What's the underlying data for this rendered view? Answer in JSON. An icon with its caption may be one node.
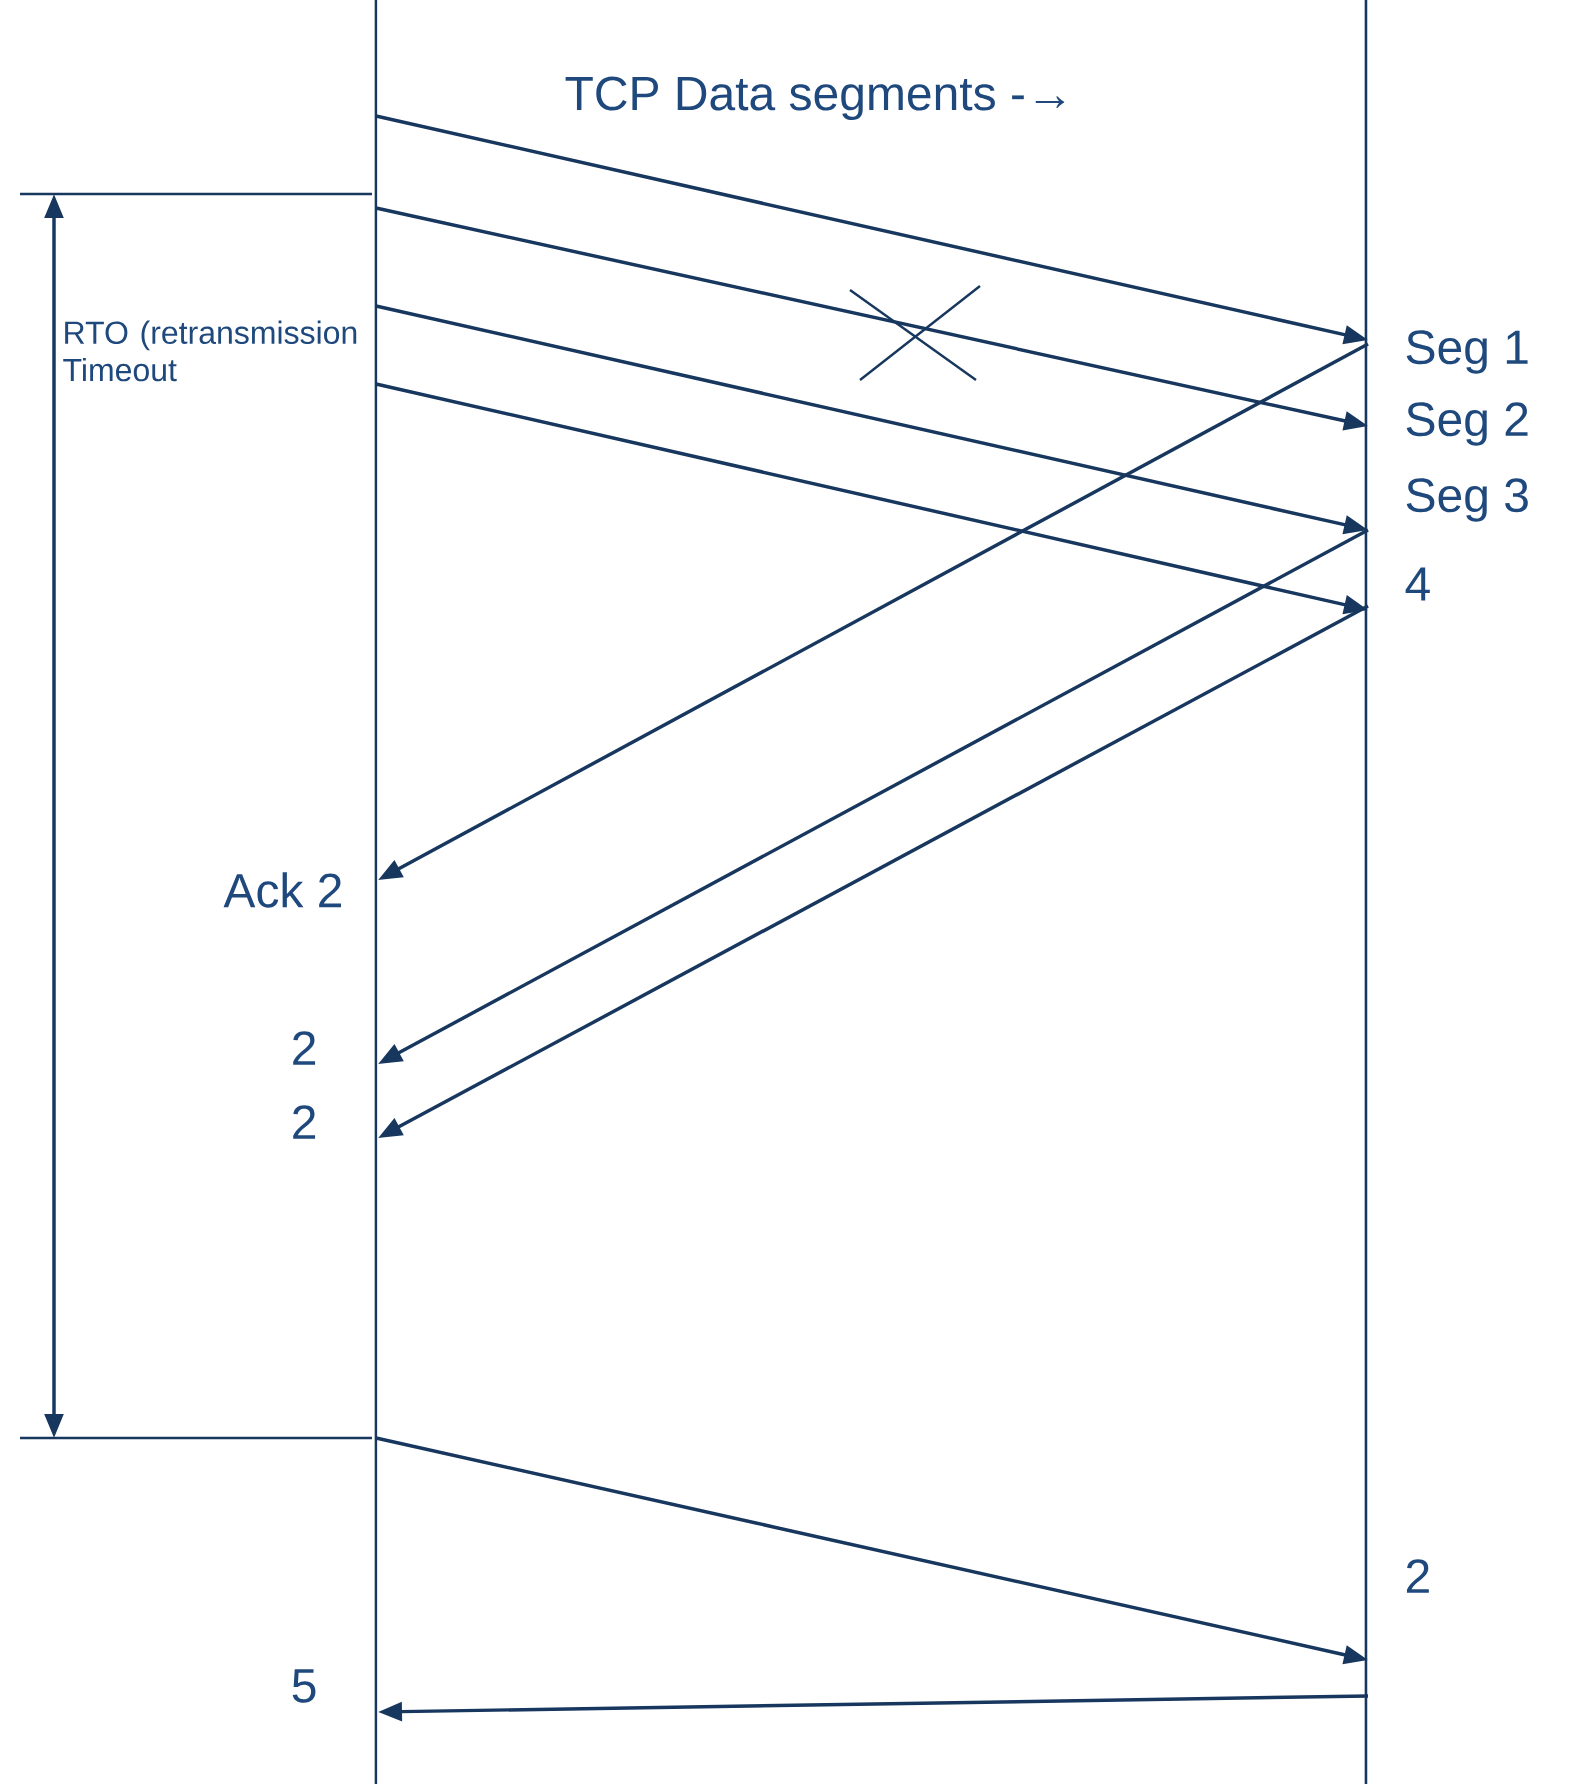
{
  "diagram": {
    "nodes": [
      {
        "text": [
          "Seg 1"
        ]
      },
      {
        "text": [
          "Seg 2"
        ]
      },
      {
        "text": [
          "Seg 3"
        ]
      },
      {
        "text": [
          "4"
        ]
      },
      {
        "text": [
          "Ack 2"
        ]
      },
      {
        "text": [
          "2"
        ]
      },
      {
        "text": [
          "2"
        ]
      },
      {
        "text": [
          "2"
        ]
      },
      {
        "text": [
          "5"
        ]
      }
    ],
    "edges": [
      {
        "from": null,
        "to": 0,
        "arrow": "to"
      },
      {
        "from": null,
        "to": 1,
        "arrow": "to"
      },
      {
        "from": null,
        "to": 2,
        "arrow": "to"
      },
      {
        "from": null,
        "to": 3,
        "arrow": "to"
      },
      {
        "from": 0,
        "to": 4,
        "arrow": "to"
      },
      {
        "from": 2,
        "to": 5,
        "arrow": "to"
      },
      {
        "from": 3,
        "to": 6,
        "arrow": "to"
      },
      {
        "from": null,
        "to": 7,
        "arrow": "to"
      },
      {
        "from": 7,
        "to": 8,
        "arrow": "to"
      }
    ],
    "labels": [
      "TCP Data segments -→",
      "RTO (retransmission Timeout"
    ]
  }
}
